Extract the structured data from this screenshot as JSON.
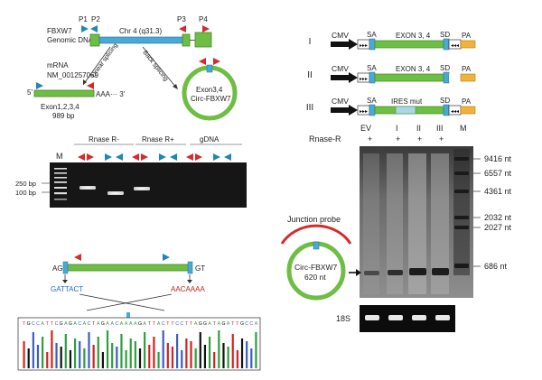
{
  "panel_a": {
    "gene_label_1": "FBXW7",
    "gene_label_2": "Genomic DNA",
    "chromosome": "Chr 4 (q31.3)",
    "primers": [
      "P1",
      "P2",
      "P3",
      "P4"
    ],
    "mrna_label_1": "mRNA",
    "mrna_label_2": "NM_001257069",
    "linear_splicing": "Linear splicing",
    "back_splicing": "Back splicing",
    "five_prime": "5'",
    "poly_a": "AAA··· 3'",
    "linear_exons": "Exon1,2,3,4",
    "linear_size": "989 bp",
    "circ_exons": "Exon3,4",
    "circ_name": "Circ-FBXW7"
  },
  "panel_b": {
    "marker_label": "M",
    "groups": [
      "Rnase R-",
      "Rnase R+",
      "gDNA"
    ],
    "ladder": [
      "250 bp",
      "100 bp"
    ]
  },
  "panel_c": {
    "left_site": "AG",
    "right_site": "GT",
    "left_seq": "GATTACT",
    "right_seq": "AACAAAA",
    "sequence": "TGCCATTCGAGACACTAGAACAAAAGATTACTTCCTTAGGATAGATTGCCA",
    "colors": {
      "A": "#2e9e3e",
      "C": "#3a5fbd",
      "G": "#111111",
      "T": "#d32222"
    }
  },
  "panel_d": {
    "constructs": [
      {
        "num": "I",
        "promoter": "CMV",
        "sa": "SA",
        "exon": "EXON 3, 4",
        "sd": "SD",
        "pa": "PA"
      },
      {
        "num": "II",
        "promoter": "CMV",
        "sa": "SA",
        "exon": "EXON 3, 4",
        "sd": "SD",
        "pa": "PA"
      },
      {
        "num": "III",
        "promoter": "CMV",
        "sa": "SA",
        "exon": "IRES mut",
        "sd": "SD",
        "pa": "PA"
      }
    ]
  },
  "panel_e": {
    "lanes": [
      "EV",
      "I",
      "II",
      "III",
      "M"
    ],
    "rnase_label": "Rnase-R",
    "rnase_signs": [
      "+",
      "+",
      "+",
      "+"
    ],
    "sizes": [
      "9416 nt",
      "6557 nt",
      "4361 nt",
      "2032 nt",
      "2027 nt",
      "686 nt"
    ],
    "probe": "Junction probe",
    "circ_name": "Circ-FBXW7",
    "circ_size": "620 nt",
    "loading": "18S"
  }
}
